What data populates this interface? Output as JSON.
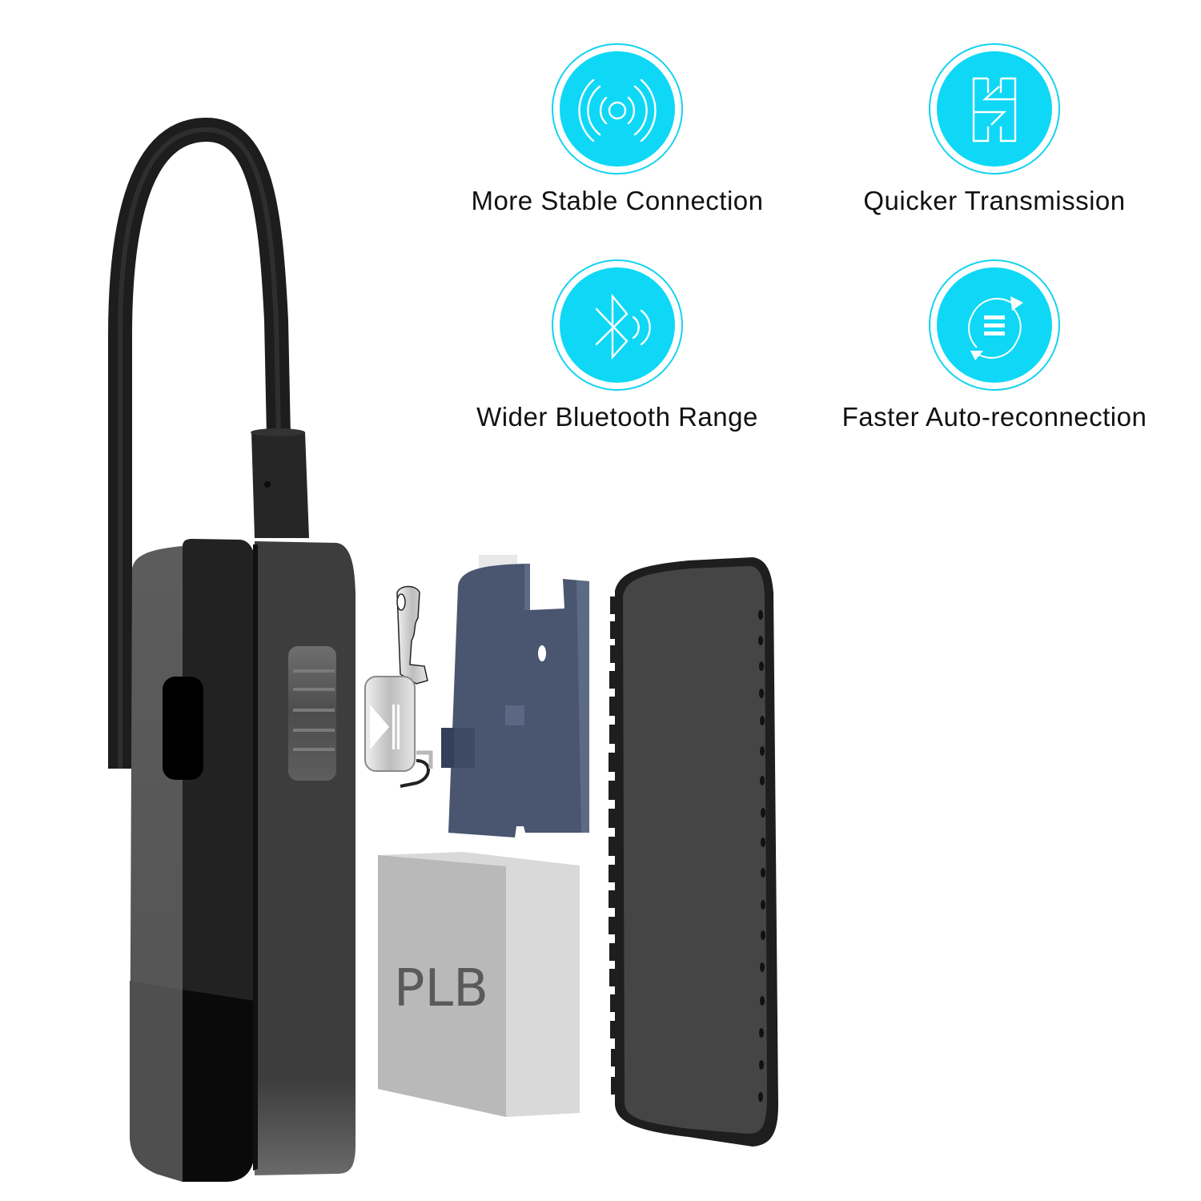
{
  "features": [
    {
      "label": "More Stable Connection",
      "icon": "signal-broadcast-icon"
    },
    {
      "label": "Quicker Transmission",
      "icon": "bidirectional-transfer-icon"
    },
    {
      "label": "Wider Bluetooth Range",
      "icon": "bluetooth-range-icon"
    },
    {
      "label": "Faster Auto-reconnection",
      "icon": "auto-reconnect-icon"
    }
  ],
  "colors": {
    "icon_fill": "#0ed8f6",
    "icon_ring": "#12d3f2",
    "text": "#111111",
    "device_body": "#3d3d3d",
    "device_front": "#222222",
    "frame_blue": "#4a5670",
    "battery_front": "#b9b9b9",
    "battery_side": "#d9d9d9",
    "back_cover": "#454545"
  },
  "product": {
    "components": [
      {
        "name": "Transmitter body with cable",
        "icon": "device-body"
      },
      {
        "name": "Control button",
        "icon": "play-pause-button"
      },
      {
        "name": "Internal frame",
        "icon": "internal-frame"
      },
      {
        "name": "Battery",
        "label": "PLB"
      },
      {
        "name": "Back cover",
        "icon": "back-cover"
      }
    ],
    "battery_label": "PLB"
  }
}
